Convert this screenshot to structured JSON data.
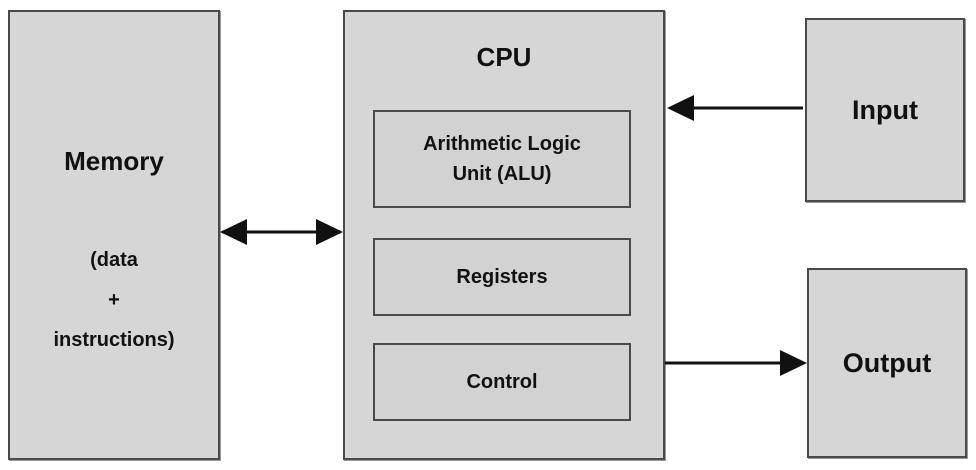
{
  "memory": {
    "title": "Memory",
    "line1": "(data",
    "line2": "+",
    "line3": "instructions)"
  },
  "cpu": {
    "title": "CPU",
    "alu_line1": "Arithmetic Logic",
    "alu_line2": "Unit (ALU)",
    "registers": "Registers",
    "control": "Control"
  },
  "input": {
    "label": "Input"
  },
  "output": {
    "label": "Output"
  },
  "colors": {
    "box_fill": "#d6d6d6",
    "border": "#4a4a4a",
    "arrow": "#111111"
  }
}
